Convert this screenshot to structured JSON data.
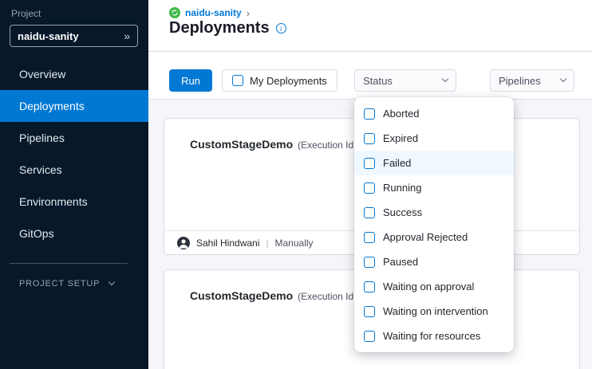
{
  "icons": {
    "double_chevron": "»",
    "breadcrumb_sep": "›",
    "info": "i"
  },
  "sidebar": {
    "project_label": "Project",
    "project_value": "naidu-sanity",
    "nav_items": [
      "Overview",
      "Deployments",
      "Pipelines",
      "Services",
      "Environments",
      "GitOps"
    ],
    "active_item": "Deployments",
    "project_setup_label": "PROJECT SETUP"
  },
  "header": {
    "breadcrumb": "naidu-sanity",
    "title": "Deployments"
  },
  "toolbar": {
    "run": "Run",
    "my_deployments": "My Deployments",
    "status": "Status",
    "pipelines": "Pipelines"
  },
  "status_menu": {
    "items": [
      "Aborted",
      "Expired",
      "Failed",
      "Running",
      "Success",
      "Approval Rejected",
      "Paused",
      "Waiting on approval",
      "Waiting on intervention",
      "Waiting for resources"
    ],
    "highlighted_item": "Failed"
  },
  "cards": [
    {
      "title": "CustomStageDemo",
      "suffix": "(Execution Id",
      "footer": {
        "user": "Sahil Hindwani",
        "separator": "|",
        "trigger": "Manually"
      }
    },
    {
      "title": "CustomStageDemo",
      "suffix": "(Execution Id"
    }
  ],
  "colors": {
    "accent_blue": "#0278d5",
    "sidebar_bg": "#07182b",
    "active_nav_bg": "#0278d5",
    "menu_highlight": "#eff8fe",
    "green_icon": "#42ba4b"
  }
}
